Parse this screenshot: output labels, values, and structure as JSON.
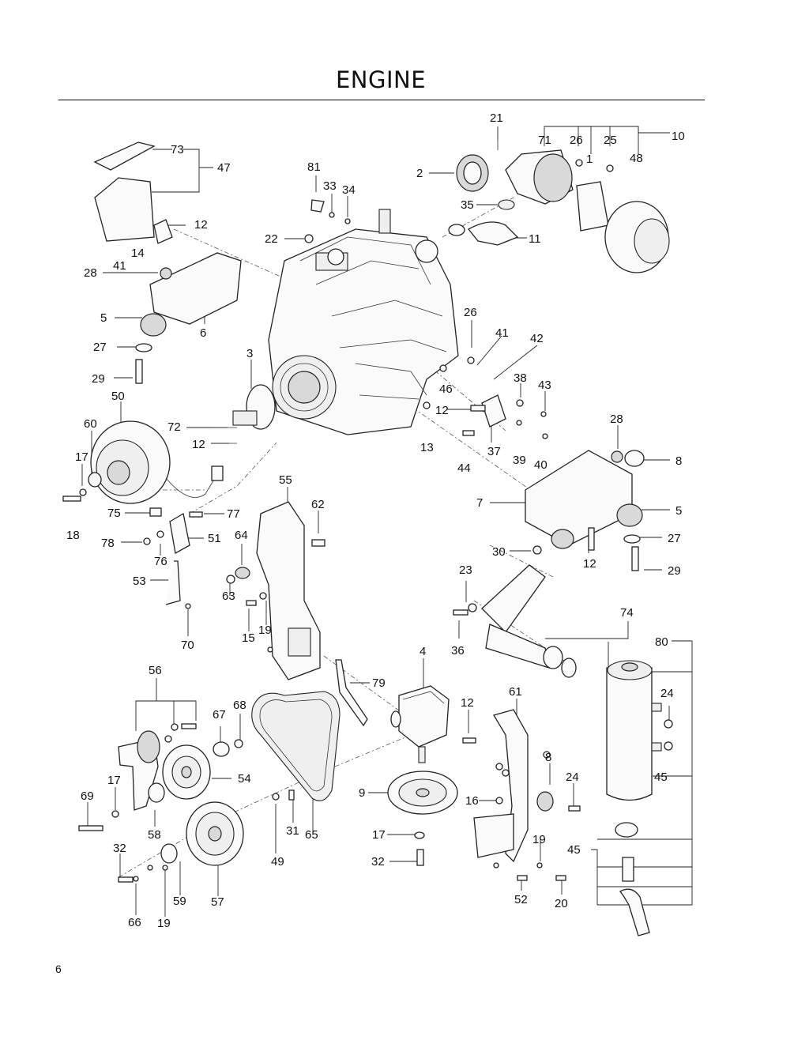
{
  "page": {
    "title": "ENGINE",
    "page_number": "6"
  },
  "callouts": [
    {
      "label": "21"
    },
    {
      "label": "71"
    },
    {
      "label": "26"
    },
    {
      "label": "25"
    },
    {
      "label": "10"
    },
    {
      "label": "1"
    },
    {
      "label": "48"
    },
    {
      "label": "2"
    },
    {
      "label": "35"
    },
    {
      "label": "11"
    },
    {
      "label": "73"
    },
    {
      "label": "47"
    },
    {
      "label": "81"
    },
    {
      "label": "33"
    },
    {
      "label": "34"
    },
    {
      "label": "12"
    },
    {
      "label": "22"
    },
    {
      "label": "14"
    },
    {
      "label": "41"
    },
    {
      "label": "28"
    },
    {
      "label": "5"
    },
    {
      "label": "6"
    },
    {
      "label": "27"
    },
    {
      "label": "29"
    },
    {
      "label": "3"
    },
    {
      "label": "26"
    },
    {
      "label": "41"
    },
    {
      "label": "42"
    },
    {
      "label": "38"
    },
    {
      "label": "43"
    },
    {
      "label": "46"
    },
    {
      "label": "50"
    },
    {
      "label": "60"
    },
    {
      "label": "72"
    },
    {
      "label": "12"
    },
    {
      "label": "12"
    },
    {
      "label": "13"
    },
    {
      "label": "37"
    },
    {
      "label": "39"
    },
    {
      "label": "40"
    },
    {
      "label": "44"
    },
    {
      "label": "28"
    },
    {
      "label": "8"
    },
    {
      "label": "17"
    },
    {
      "label": "18"
    },
    {
      "label": "75"
    },
    {
      "label": "77"
    },
    {
      "label": "55"
    },
    {
      "label": "62"
    },
    {
      "label": "7"
    },
    {
      "label": "5"
    },
    {
      "label": "78"
    },
    {
      "label": "76"
    },
    {
      "label": "51"
    },
    {
      "label": "64"
    },
    {
      "label": "27"
    },
    {
      "label": "30"
    },
    {
      "label": "12"
    },
    {
      "label": "29"
    },
    {
      "label": "53"
    },
    {
      "label": "63"
    },
    {
      "label": "23"
    },
    {
      "label": "15"
    },
    {
      "label": "19"
    },
    {
      "label": "70"
    },
    {
      "label": "36"
    },
    {
      "label": "74"
    },
    {
      "label": "80"
    },
    {
      "label": "4"
    },
    {
      "label": "56"
    },
    {
      "label": "79"
    },
    {
      "label": "12"
    },
    {
      "label": "61"
    },
    {
      "label": "24"
    },
    {
      "label": "68"
    },
    {
      "label": "67"
    },
    {
      "label": "54"
    },
    {
      "label": "8"
    },
    {
      "label": "24"
    },
    {
      "label": "45"
    },
    {
      "label": "17"
    },
    {
      "label": "69"
    },
    {
      "label": "9"
    },
    {
      "label": "16"
    },
    {
      "label": "58"
    },
    {
      "label": "31"
    },
    {
      "label": "65"
    },
    {
      "label": "17"
    },
    {
      "label": "19"
    },
    {
      "label": "45"
    },
    {
      "label": "32"
    },
    {
      "label": "49"
    },
    {
      "label": "32"
    },
    {
      "label": "52"
    },
    {
      "label": "20"
    },
    {
      "label": "59"
    },
    {
      "label": "57"
    },
    {
      "label": "66"
    },
    {
      "label": "19"
    }
  ]
}
